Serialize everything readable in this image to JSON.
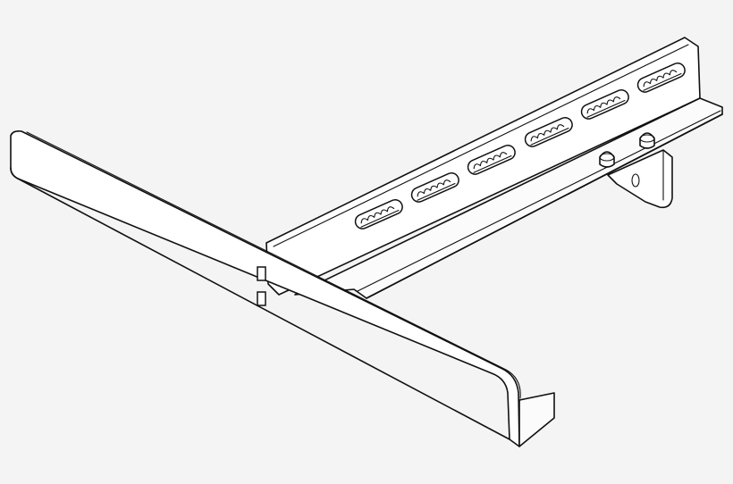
{
  "drawing": {
    "background": "#f4f4f4",
    "line_color": "#111111",
    "fill_color": "#ffffff",
    "slot_count": 6,
    "pin_count": 2,
    "square_hole_count": 2
  }
}
